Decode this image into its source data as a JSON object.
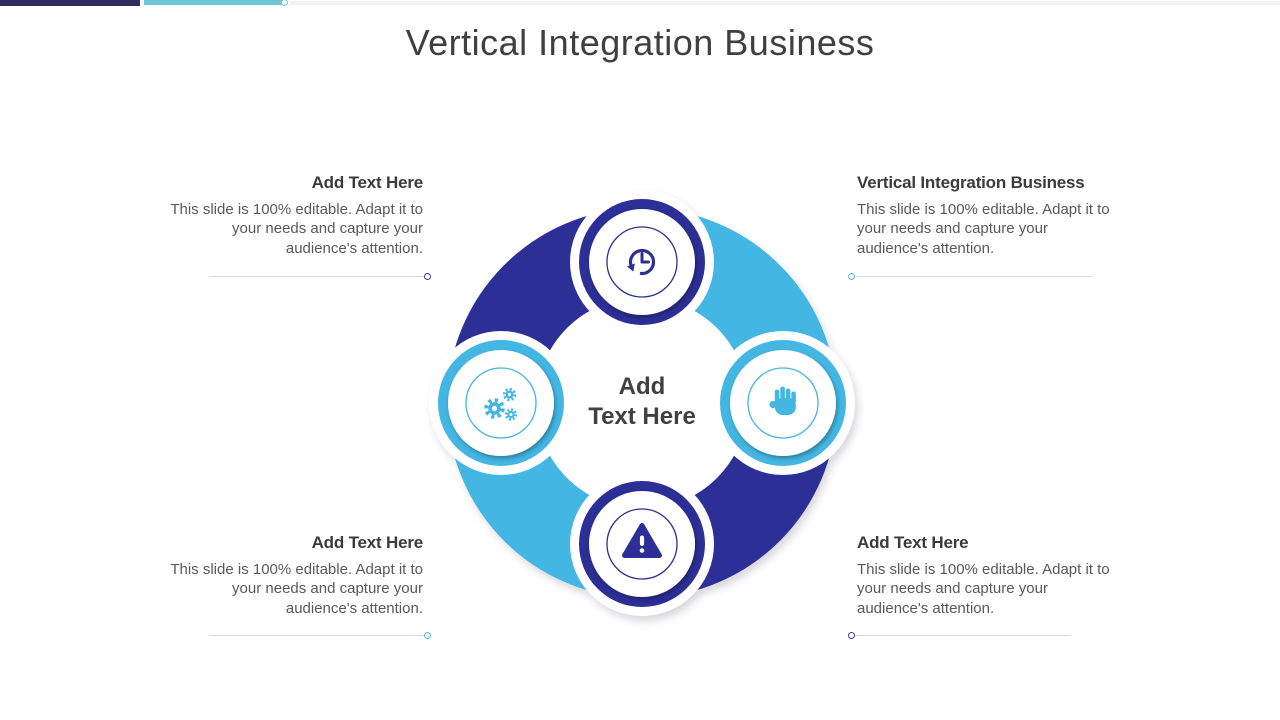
{
  "slide": {
    "title": "Vertical Integration Business"
  },
  "topbar": {
    "navy_color": "#312d5e",
    "teal_color": "#6cc6d3",
    "gray_color": "#f2f2f2"
  },
  "blocks": {
    "top_left": {
      "heading": "Add Text Here",
      "body": "This slide is 100% editable. Adapt it to your needs and capture your audience's attention."
    },
    "top_right": {
      "heading": "Vertical Integration Business",
      "body": "This slide is 100% editable. Adapt it to your needs and capture your audience's attention."
    },
    "bottom_left": {
      "heading": "Add Text Here",
      "body": "This slide is 100% editable. Adapt it to your needs and capture your audience's attention."
    },
    "bottom_right": {
      "heading": "Add Text Here",
      "body": "This slide is 100% editable. Adapt it to your needs and capture your audience's attention."
    }
  },
  "diagram": {
    "center_label_line1": "Add",
    "center_label_line2": "Text Here",
    "colors": {
      "navy": "#2b2f96",
      "cyan": "#43b6e3"
    },
    "segments": [
      {
        "position": "top",
        "color": "#2b2f96",
        "icon": "history-icon"
      },
      {
        "position": "right",
        "color": "#43b6e3",
        "icon": "hand-stop-icon"
      },
      {
        "position": "bottom",
        "color": "#2b2f96",
        "icon": "warning-icon"
      },
      {
        "position": "left",
        "color": "#43b6e3",
        "icon": "gears-icon"
      }
    ]
  }
}
